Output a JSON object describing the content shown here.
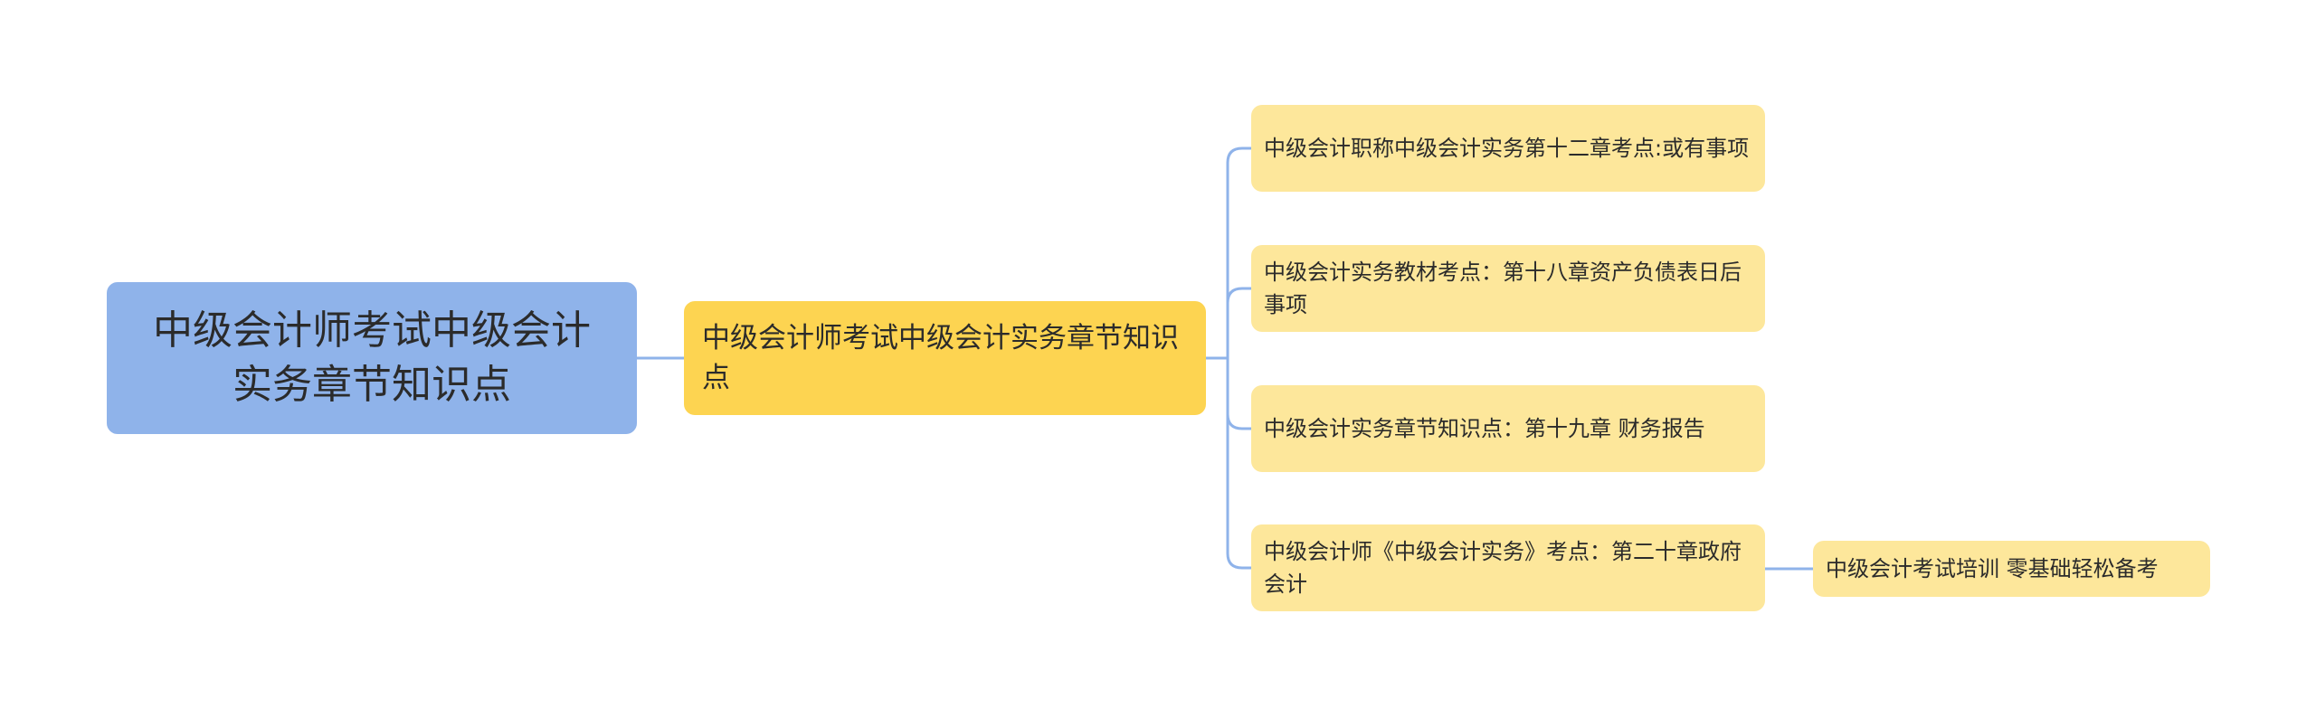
{
  "colors": {
    "root": "#8fb3ea",
    "main": "#fdd451",
    "leaf": "#fde79b",
    "connector": "#8fb3ea"
  },
  "root": {
    "label": "中级会计师考试中级会计实务章节知识点"
  },
  "main": {
    "label": "中级会计师考试中级会计实务章节知识点"
  },
  "leaves": [
    {
      "label": "中级会计职称中级会计实务第十二章考点:或有事项"
    },
    {
      "label": "中级会计实务教材考点：第十八章资产负债表日后事项"
    },
    {
      "label": "中级会计实务章节知识点：第十九章 财务报告"
    },
    {
      "label": "中级会计师《中级会计实务》考点：第二十章政府会计"
    }
  ],
  "sub_leaf": {
    "label": "中级会计考试培训 零基础轻松备考"
  }
}
